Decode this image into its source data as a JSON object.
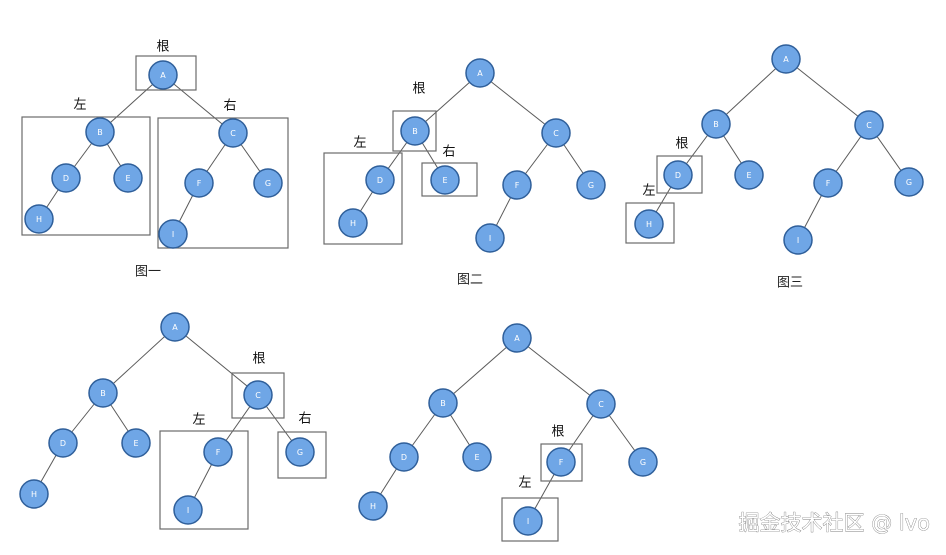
{
  "figures": [
    {
      "caption": "图一",
      "nodes": [
        "A",
        "B",
        "C",
        "D",
        "E",
        "F",
        "G",
        "H",
        "I"
      ],
      "edges": [
        [
          "A",
          "B"
        ],
        [
          "A",
          "C"
        ],
        [
          "B",
          "D"
        ],
        [
          "B",
          "E"
        ],
        [
          "C",
          "F"
        ],
        [
          "C",
          "G"
        ],
        [
          "D",
          "H"
        ],
        [
          "F",
          "I"
        ]
      ],
      "boxes": [
        {
          "label": "根",
          "contains": [
            "A"
          ]
        },
        {
          "label": "左",
          "contains": [
            "B",
            "D",
            "E",
            "H"
          ]
        },
        {
          "label": "右",
          "contains": [
            "C",
            "F",
            "G",
            "I"
          ]
        }
      ]
    },
    {
      "caption": "图二",
      "nodes": [
        "A",
        "B",
        "C",
        "D",
        "E",
        "F",
        "G",
        "H",
        "I"
      ],
      "edges": [
        [
          "A",
          "B"
        ],
        [
          "A",
          "C"
        ],
        [
          "B",
          "D"
        ],
        [
          "B",
          "E"
        ],
        [
          "C",
          "F"
        ],
        [
          "C",
          "G"
        ],
        [
          "D",
          "H"
        ],
        [
          "F",
          "I"
        ]
      ],
      "boxes": [
        {
          "label": "根",
          "contains": [
            "B"
          ]
        },
        {
          "label": "左",
          "contains": [
            "D",
            "H"
          ]
        },
        {
          "label": "右",
          "contains": [
            "E"
          ]
        }
      ]
    },
    {
      "caption": "图三",
      "nodes": [
        "A",
        "B",
        "C",
        "D",
        "E",
        "F",
        "G",
        "H",
        "I"
      ],
      "edges": [
        [
          "A",
          "B"
        ],
        [
          "A",
          "C"
        ],
        [
          "B",
          "D"
        ],
        [
          "B",
          "E"
        ],
        [
          "C",
          "F"
        ],
        [
          "C",
          "G"
        ],
        [
          "D",
          "H"
        ],
        [
          "F",
          "I"
        ]
      ],
      "boxes": [
        {
          "label": "根",
          "contains": [
            "D"
          ]
        },
        {
          "label": "左",
          "contains": [
            "H"
          ]
        }
      ]
    },
    {
      "caption": "",
      "nodes": [
        "A",
        "B",
        "C",
        "D",
        "E",
        "F",
        "G",
        "H",
        "I"
      ],
      "edges": [
        [
          "A",
          "B"
        ],
        [
          "A",
          "C"
        ],
        [
          "B",
          "D"
        ],
        [
          "B",
          "E"
        ],
        [
          "C",
          "F"
        ],
        [
          "C",
          "G"
        ],
        [
          "D",
          "H"
        ],
        [
          "F",
          "I"
        ]
      ],
      "boxes": [
        {
          "label": "根",
          "contains": [
            "C"
          ]
        },
        {
          "label": "左",
          "contains": [
            "F",
            "I"
          ]
        },
        {
          "label": "右",
          "contains": [
            "G"
          ]
        }
      ]
    },
    {
      "caption": "",
      "nodes": [
        "A",
        "B",
        "C",
        "D",
        "E",
        "F",
        "G",
        "H",
        "I"
      ],
      "edges": [
        [
          "A",
          "B"
        ],
        [
          "A",
          "C"
        ],
        [
          "B",
          "D"
        ],
        [
          "B",
          "E"
        ],
        [
          "C",
          "F"
        ],
        [
          "C",
          "G"
        ],
        [
          "D",
          "H"
        ],
        [
          "F",
          "I"
        ]
      ],
      "boxes": [
        {
          "label": "根",
          "contains": [
            "F"
          ]
        },
        {
          "label": "左",
          "contains": [
            "I"
          ]
        }
      ]
    }
  ],
  "watermark": "掘金技术社区 @ lvo",
  "colors": {
    "node_fill": "#6fa6e6",
    "node_stroke": "#2f5f9a",
    "edge": "#5a5a5a",
    "box": "#6b6b6b"
  }
}
